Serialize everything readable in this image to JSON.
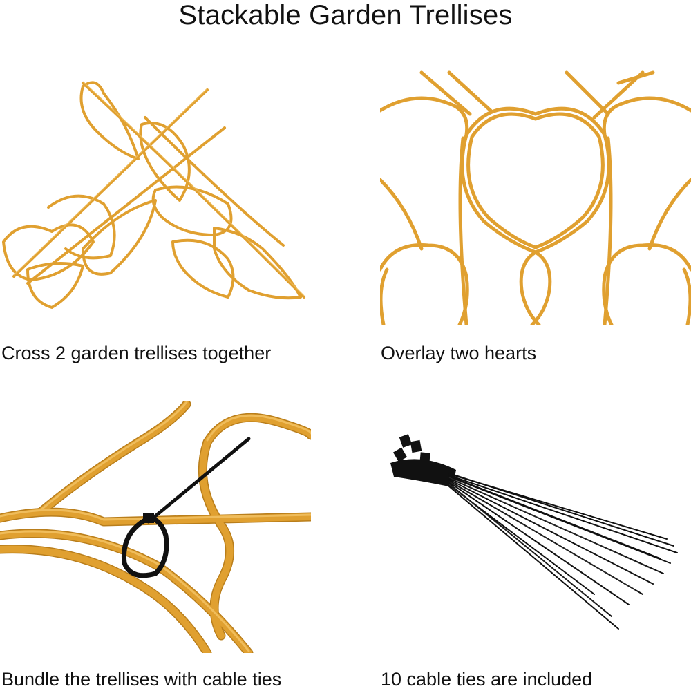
{
  "page": {
    "title": "Stackable Garden Trellises"
  },
  "colors": {
    "gold": "#E0A030",
    "gold_dark": "#B97E1B",
    "gold_light": "#F2C263",
    "tie": "#111111",
    "background": "#FFFFFF",
    "text": "#111111"
  },
  "panels": [
    {
      "caption": "Cross 2 garden trellises together"
    },
    {
      "caption": "Overlay two hearts"
    },
    {
      "caption": "Bundle the trellises with cable ties"
    },
    {
      "caption": "10 cable ties are included"
    }
  ]
}
